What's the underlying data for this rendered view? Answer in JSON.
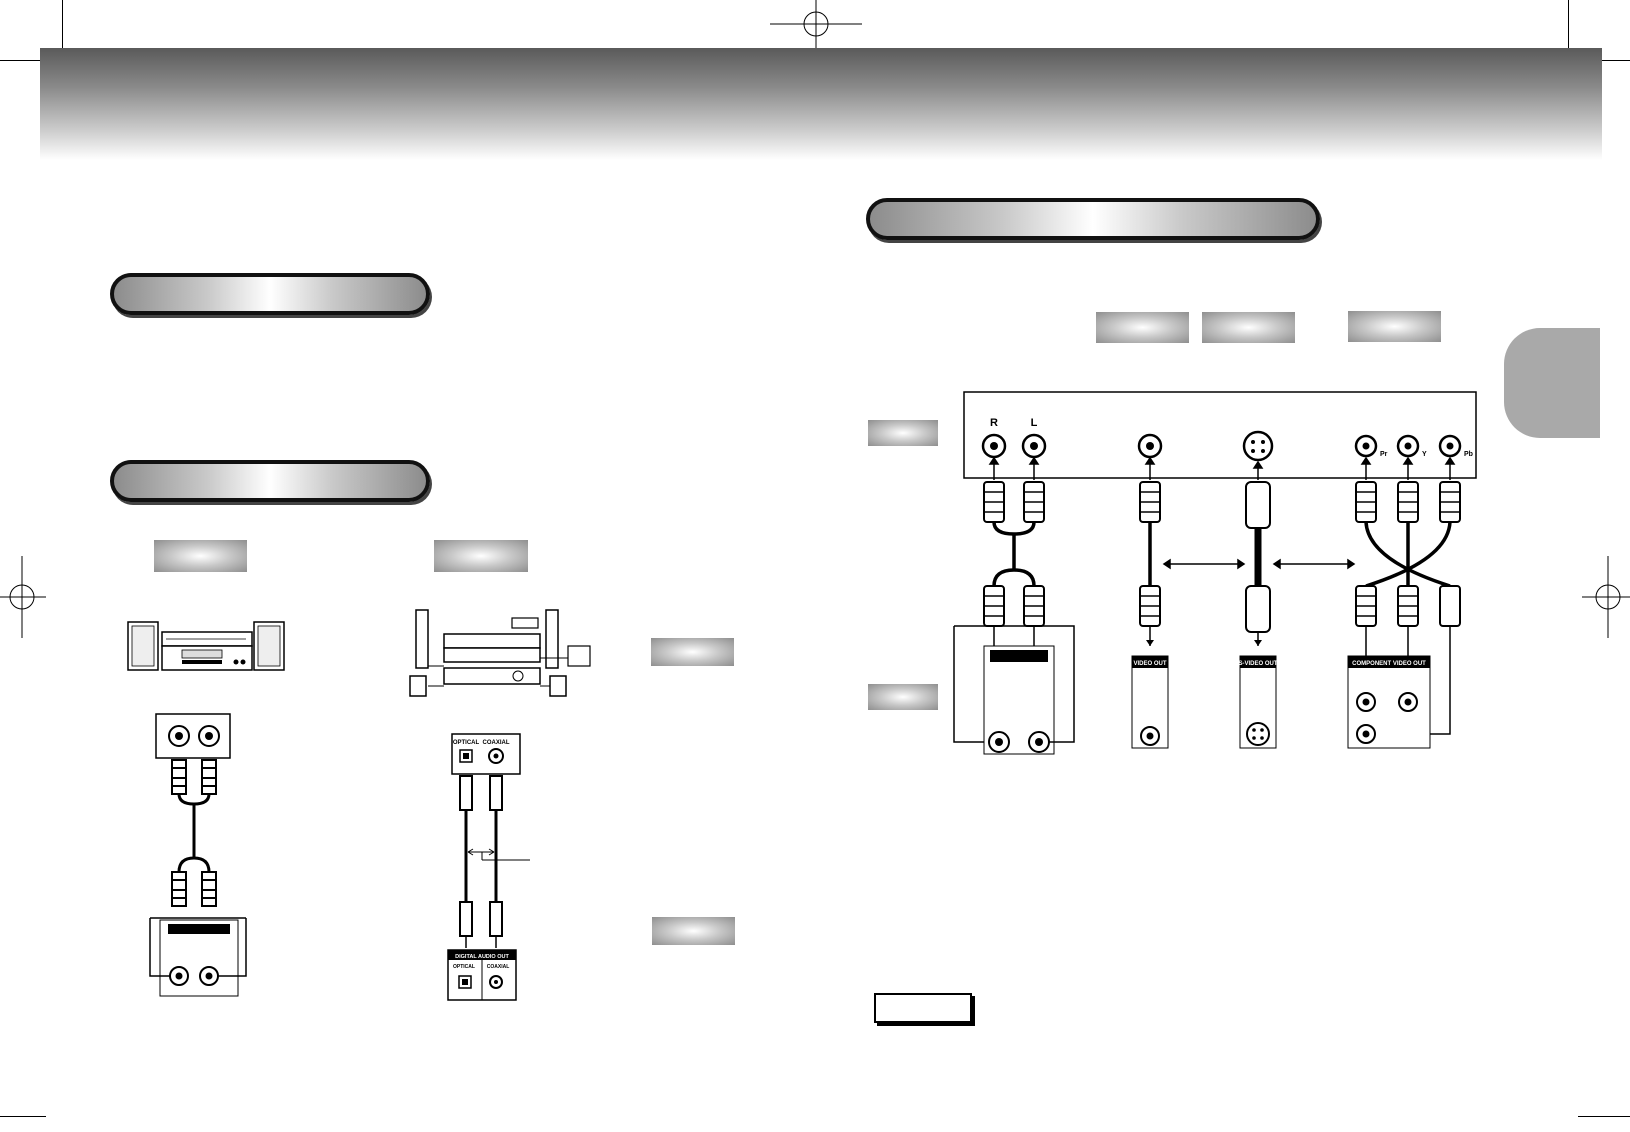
{
  "diagram_labels": {
    "jack_r": "R",
    "jack_l": "L",
    "jack_pr": "Pr",
    "jack_y": "Y",
    "jack_pb": "Pb",
    "video_out": "VIDEO OUT",
    "svideo_out": "S-VIDEO OUT",
    "component_video_out": "COMPONENT VIDEO OUT",
    "optical_top": "OPTICAL",
    "coaxial_top": "COAXIAL",
    "digital_audio_out": "DIGITAL AUDIO OUT",
    "optical_bottom": "OPTICAL",
    "coaxial_bottom": "COAXIAL"
  },
  "colors": {
    "header_dark": "#5a5a5a",
    "label_gray": "#8e8e8e",
    "tab_gray": "#a9a9a9",
    "ink": "#111111"
  }
}
